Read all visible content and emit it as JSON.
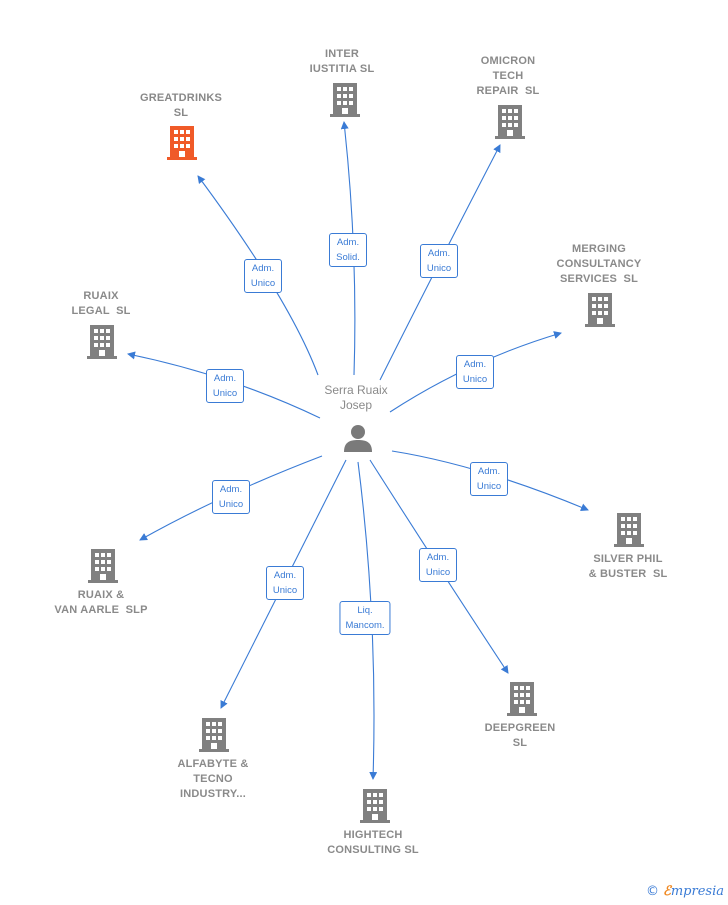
{
  "center": {
    "name": "Serra Ruaix\nJosep",
    "icon": "person-icon"
  },
  "colors": {
    "edge": "#3a7bd5",
    "building": "#808080",
    "building_highlight": "#f05a28",
    "text": "#8a8a8a"
  },
  "nodes": [
    {
      "id": "greatdrinks",
      "label": "GREATDRINKS\nSL",
      "role": "Adm.\nUnico",
      "highlight": true,
      "icon": "building-icon"
    },
    {
      "id": "inter-iustitia",
      "label": "INTER\nIUSTITIA SL",
      "role": "Adm.\nSolid.",
      "highlight": false,
      "icon": "building-icon"
    },
    {
      "id": "omicron",
      "label": "OMICRON\nTECH\nREPAIR  SL",
      "role": "Adm.\nUnico",
      "highlight": false,
      "icon": "building-icon"
    },
    {
      "id": "merging",
      "label": "MERGING\nCONSULTANCY\nSERVICES  SL",
      "role": "Adm.\nUnico",
      "highlight": false,
      "icon": "building-icon"
    },
    {
      "id": "ruaix-legal",
      "label": "RUAIX\nLEGAL  SL",
      "role": "Adm.\nUnico",
      "highlight": false,
      "icon": "building-icon"
    },
    {
      "id": "silver-phil",
      "label": "SILVER PHIL\n& BUSTER  SL",
      "role": "Adm.\nUnico",
      "highlight": false,
      "icon": "building-icon"
    },
    {
      "id": "ruaix-van-aarle",
      "label": "RUAIX &\nVAN AARLE  SLP",
      "role": "Adm.\nUnico",
      "highlight": false,
      "icon": "building-icon"
    },
    {
      "id": "alfabyte",
      "label": "ALFABYTE &\nTECNO\nINDUSTRY...",
      "role": "Adm.\nUnico",
      "highlight": false,
      "icon": "building-icon"
    },
    {
      "id": "hightech",
      "label": "HIGHTECH\nCONSULTING SL",
      "role": "Liq.\nMancom.",
      "highlight": false,
      "icon": "building-icon"
    },
    {
      "id": "deepgreen",
      "label": "DEEPGREEN\nSL",
      "role": "Adm.\nUnico",
      "highlight": false,
      "icon": "building-icon"
    }
  ],
  "brand": {
    "copyright": "©",
    "initial": "ℰ",
    "name": "mpresia"
  }
}
